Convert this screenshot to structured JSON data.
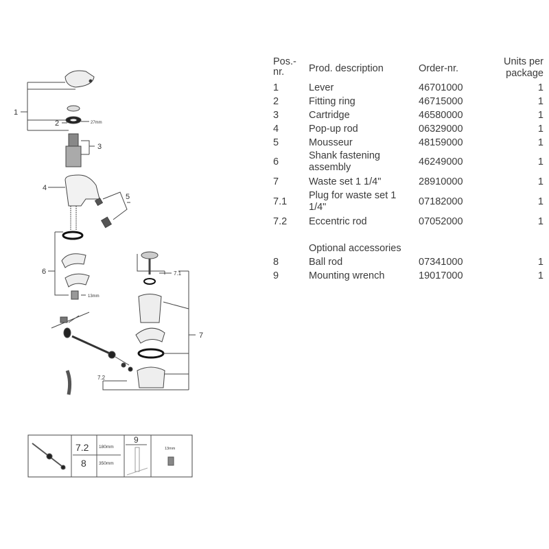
{
  "table": {
    "headers": {
      "pos": "Pos.-\nnr.",
      "desc": "Prod. description",
      "order": "Order-nr.",
      "units": "Units per\npackage"
    },
    "rows": [
      {
        "pos": "1",
        "desc": "Lever",
        "order": "46701000",
        "units": "1"
      },
      {
        "pos": "2",
        "desc": "Fitting ring",
        "order": "46715000",
        "units": "1"
      },
      {
        "pos": "3",
        "desc": "Cartridge",
        "order": "46580000",
        "units": "1"
      },
      {
        "pos": "4",
        "desc": "Pop-up rod",
        "order": "06329000",
        "units": "1"
      },
      {
        "pos": "5",
        "desc": "Mousseur",
        "order": "48159000",
        "units": "1"
      },
      {
        "pos": "6",
        "desc": "Shank fastening assembly",
        "order": "46249000",
        "units": "1"
      },
      {
        "pos": "7",
        "desc": "Waste set 1 1/4\"",
        "order": "28910000",
        "units": "1"
      },
      {
        "pos": "7.1",
        "desc": "Plug for waste set 1 1/4\"",
        "order": "07182000",
        "units": "1"
      },
      {
        "pos": "7.2",
        "desc": "Eccentric rod",
        "order": "07052000",
        "units": "1"
      }
    ],
    "optional_heading": "Optional accessories",
    "optional_rows": [
      {
        "pos": "8",
        "desc": "Ball rod",
        "order": "07341000",
        "units": "1"
      },
      {
        "pos": "9",
        "desc": "Mounting wrench",
        "order": "19017000",
        "units": "1"
      }
    ]
  },
  "diagram": {
    "labels": {
      "l1": "1",
      "l2": "2",
      "l3": "3",
      "l4": "4",
      "l5": "5",
      "l6": "6",
      "l7": "7",
      "l71": "7.1",
      "l72": "7.2",
      "mm27": "27mm",
      "mm13": "13mm"
    }
  },
  "accessory_strip": {
    "rod_a": "7.2",
    "rod_a_len": "180mm",
    "rod_b": "8",
    "rod_b_len": "350mm",
    "wrench": "9",
    "socket": "13mm"
  }
}
